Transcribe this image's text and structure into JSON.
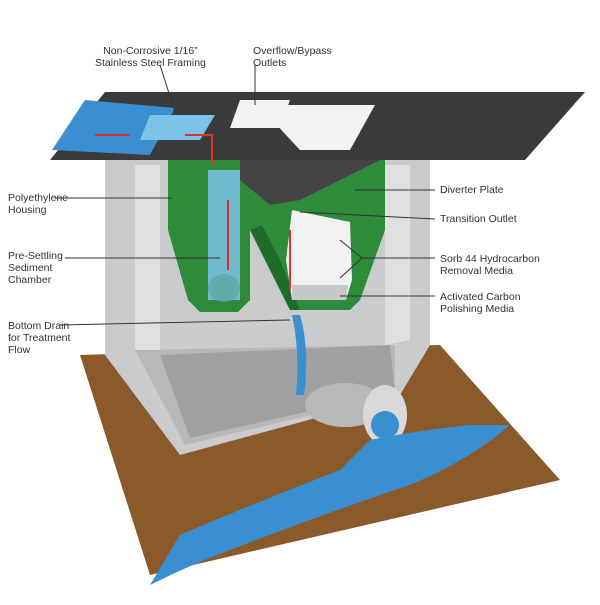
{
  "labels": {
    "framing": "Non-Corrosive 1/16”\nStainless Steel Framing",
    "overflow": "Overflow/Bypass\nOutlets",
    "housing": "Polyethylene\nHousing",
    "presettling": "Pre-Settling\nSediment\nChamber",
    "drain": "Bottom Drain\nfor Treatment\nFlow",
    "diverter": "Diverter Plate",
    "transition": "Transition Outlet",
    "sorb": "Sorb 44 Hydrocarbon\nRemoval Media",
    "carbon": "Activated Carbon\nPolishing Media"
  },
  "colors": {
    "road": "#3b3b3b",
    "concrete": "#c9cbcd",
    "concrete_dark": "#a9abad",
    "housing_green": "#2e8b3a",
    "housing_dark": "#1f6b2a",
    "water": "#3a8fd0",
    "water_light": "#7cc3ea",
    "soil": "#8b5a2b",
    "grate": "#f2f2f2",
    "flow_arrow": "#e0302a",
    "leader_line": "#333333"
  }
}
